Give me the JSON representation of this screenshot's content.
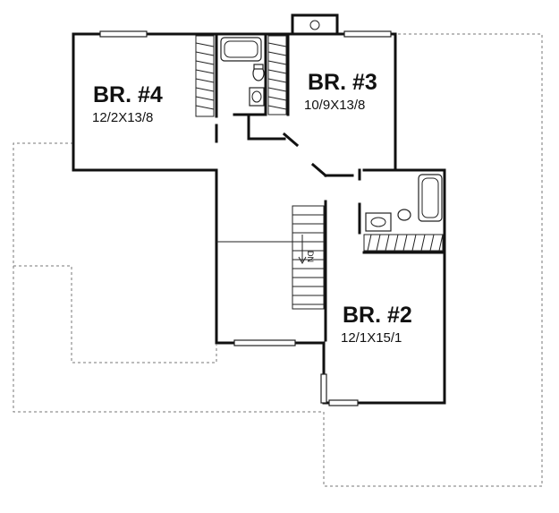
{
  "rooms": [
    {
      "name": "BR. #4",
      "size": "12/2X13/8"
    },
    {
      "name": "BR. #3",
      "size": "10/9X13/8"
    },
    {
      "name": "BR. #2",
      "size": "12/1X15/1"
    }
  ],
  "stair_label": "DN"
}
